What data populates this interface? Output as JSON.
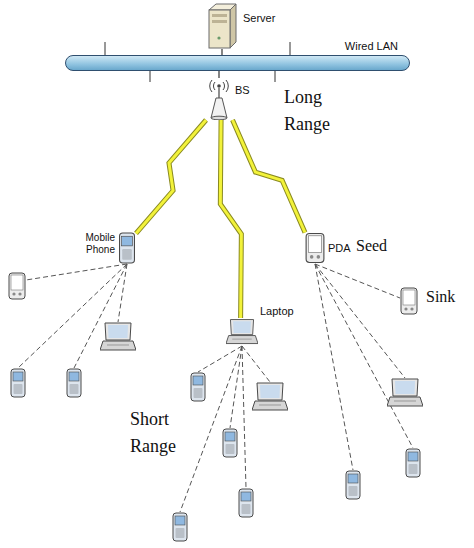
{
  "diagram": {
    "nodes": [
      {
        "text": [
          "Server"
        ]
      },
      {
        "text": [
          "Wired LAN"
        ]
      },
      {
        "text": [
          "BS"
        ]
      },
      {
        "text": [
          "Mobile Phone"
        ]
      },
      {
        "text": [
          "Laptop"
        ]
      },
      {
        "text": [
          "PDA"
        ]
      }
    ],
    "edges": [
      {
        "from": 0,
        "to": 1,
        "arrow": "none"
      },
      {
        "from": 1,
        "to": 2,
        "arrow": "none"
      },
      {
        "from": 2,
        "to": 3,
        "arrow": "none"
      },
      {
        "from": 2,
        "to": 4,
        "arrow": "none"
      },
      {
        "from": 2,
        "to": 5,
        "arrow": "none"
      }
    ],
    "labels": [
      "Long Range",
      "Seed",
      "Sink",
      "Short Range"
    ]
  }
}
